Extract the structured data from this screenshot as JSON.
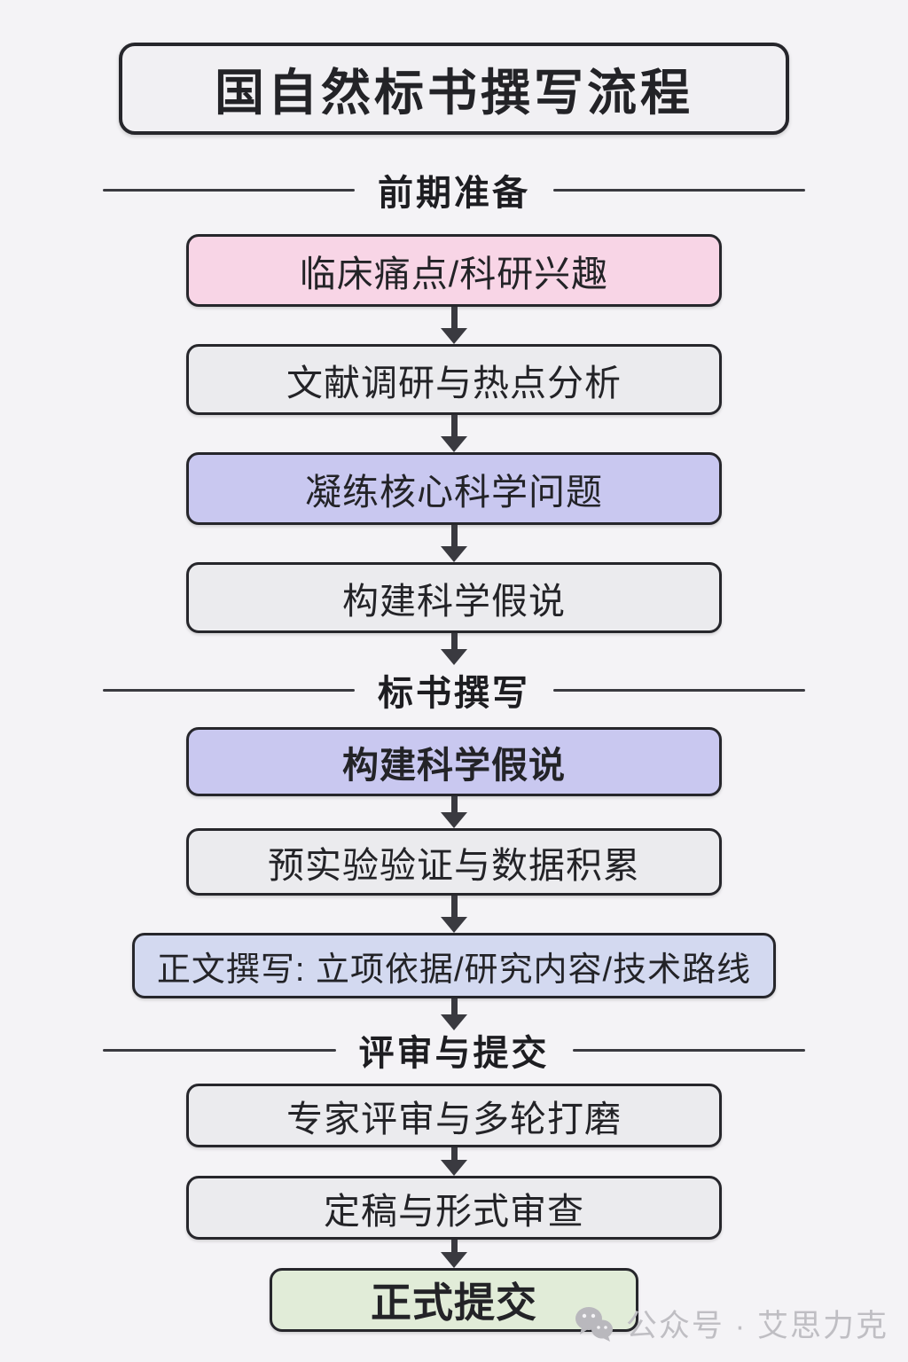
{
  "title": "国自然标书撰写流程",
  "sections": [
    {
      "header": "前期准备",
      "boxes": [
        {
          "label": "临床痛点/科研兴趣",
          "variant": "pink"
        },
        {
          "label": "文献调研与热点分析",
          "variant": "gray"
        },
        {
          "label": "凝练核心科学问题",
          "variant": "purple"
        },
        {
          "label": "构建科学假说",
          "variant": "gray"
        }
      ]
    },
    {
      "header": "标书撰写",
      "boxes": [
        {
          "label": "构建科学假说",
          "variant": "purple bold"
        },
        {
          "label": "预实验验证与数据积累",
          "variant": "gray"
        },
        {
          "label": "正文撰写: 立项依据/研究内容/技术路线",
          "variant": "blue"
        }
      ]
    },
    {
      "header": "评审与提交",
      "boxes": [
        {
          "label": "专家评审与多轮打磨",
          "variant": "gray"
        },
        {
          "label": "定稿与形式审查",
          "variant": "gray"
        },
        {
          "label": "正式提交",
          "variant": "green bold"
        }
      ]
    }
  ],
  "watermark": {
    "icon": "wechat-icon",
    "text": "公众号 · 艾思力克"
  },
  "palette": {
    "background": "#f4f3f6",
    "box_border": "#26262b",
    "arrow": "#3a3a40",
    "pink": "#f8d5e6",
    "purple": "#c9c8f0",
    "blue": "#d3d9f0",
    "gray": "#ebebee",
    "green": "#e1ecd8",
    "title_fill": "#f1f0f3",
    "watermark_gray": "#bfbec3"
  }
}
